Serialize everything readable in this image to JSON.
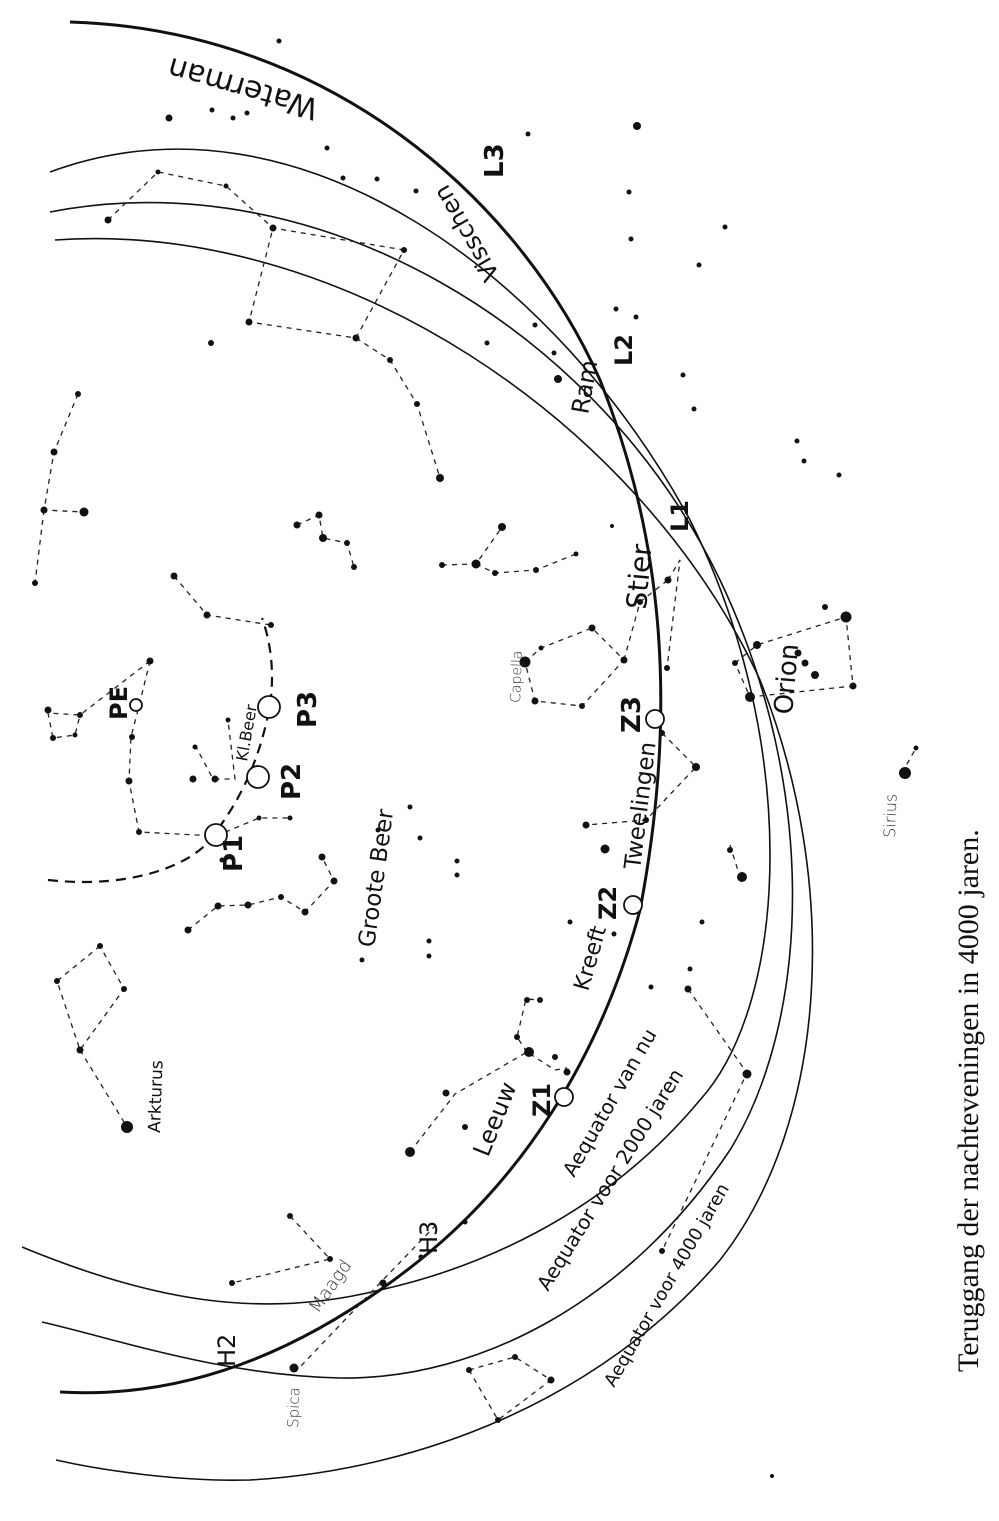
{
  "caption": "Teruggang der nachteveningen in 4000 jaren.",
  "constellations": {
    "waterman": "Waterman",
    "visschen": "Visschen",
    "ram": "Ram",
    "stier": "Stier",
    "orion": "Orion",
    "tweelingen": "Tweelingen",
    "kreeft": "Kreeft",
    "leeuw": "Leeuw",
    "maagd": "Maagd",
    "groote_beer": "Groote Beer",
    "kl_beer": "Kl.Beer"
  },
  "stars": {
    "capella": "Capella",
    "sirius": "Sirius",
    "arkturus": "Arkturus",
    "spica": "Spica"
  },
  "points": {
    "L1": "L1",
    "L2": "L2",
    "L3": "L3",
    "Z1": "Z1",
    "Z2": "Z2",
    "Z3": "Z3",
    "H2": "H2",
    "H3": "H3",
    "P1": "P1",
    "P2": "P2",
    "P3": "P3",
    "PE": "PE"
  },
  "equators": {
    "now": "Aequator van nu",
    "y2000": "Aequator voor 2000 jaren",
    "y4000": "Aequator voor 4000 jaren"
  }
}
